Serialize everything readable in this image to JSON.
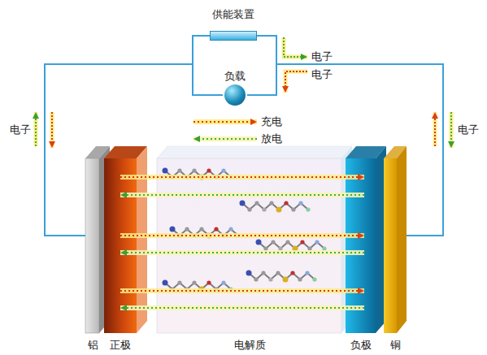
{
  "diagram": {
    "nodes": [
      {
        "text": [
          "供能装置"
        ]
      },
      {
        "text": [
          "负载"
        ]
      },
      {
        "text": [
          "铝"
        ]
      },
      {
        "text": [
          "正极"
        ]
      },
      {
        "text": [
          "电解质"
        ]
      },
      {
        "text": [
          "负极"
        ]
      },
      {
        "text": [
          "铜"
        ]
      }
    ],
    "edges": [
      {
        "from": 0,
        "to": 2,
        "arrow": "none"
      },
      {
        "from": 1,
        "to": 2,
        "arrow": "none"
      },
      {
        "from": 0,
        "to": 6,
        "arrow": "none"
      },
      {
        "from": 1,
        "to": 6,
        "arrow": "none"
      }
    ],
    "labels": [
      "电子",
      "电子",
      "电子",
      "电子"
    ],
    "legend": [
      {
        "text": "充电"
      },
      {
        "text": "放电"
      }
    ]
  }
}
